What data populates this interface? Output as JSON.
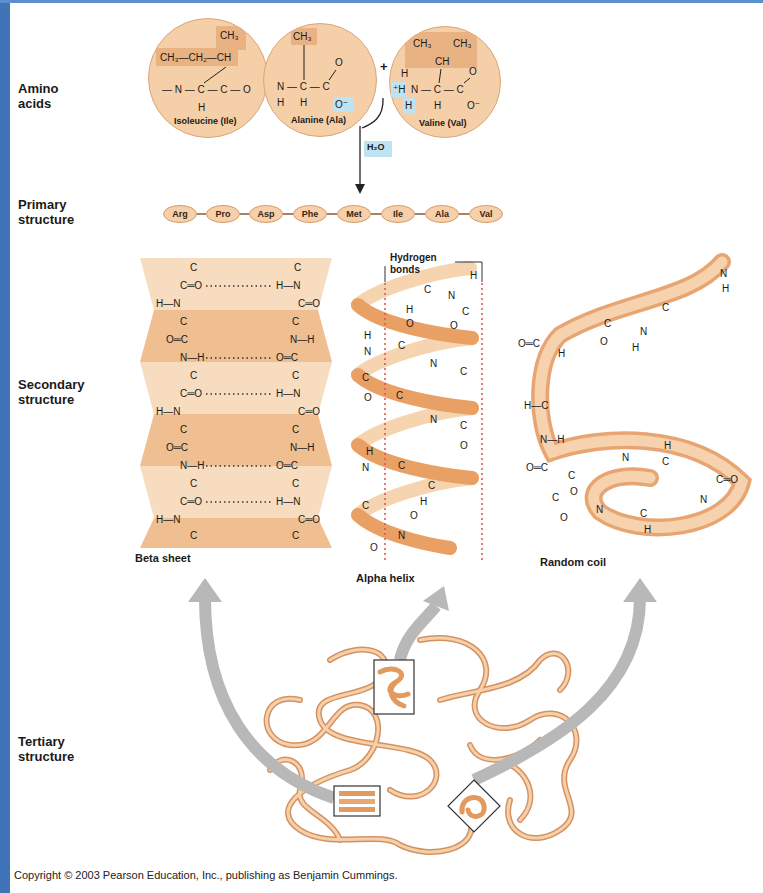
{
  "diagram": {
    "caption": "Copyright © 2003 Pearson Education, Inc., publishing as Benjamin Cummings.",
    "nodes": [
      {
        "text": [
          "CH₃",
          "CH₃—CH₂—CH",
          "— N — C — C — O",
          "H",
          "Isoleucine (Ile)"
        ]
      },
      {
        "text": [
          "CH₃",
          "O",
          "N — C — C",
          "H",
          "H",
          "O⁻",
          "Alanine (Ala)"
        ]
      },
      {
        "text": [
          "CH₃",
          "CH₃",
          "CH",
          "H",
          "O",
          "⁺H",
          "N — C — C",
          "H",
          "H",
          "O⁻",
          "Valine (Val)"
        ]
      },
      {
        "text": [
          "Arg"
        ]
      },
      {
        "text": [
          "Pro"
        ]
      },
      {
        "text": [
          "Asp"
        ]
      },
      {
        "text": [
          "Phe"
        ]
      },
      {
        "text": [
          "Met"
        ]
      },
      {
        "text": [
          "Ile"
        ]
      },
      {
        "text": [
          "Ala"
        ]
      },
      {
        "text": [
          "Val"
        ]
      }
    ],
    "edges": [
      {
        "from": 3,
        "to": 4,
        "arrow": "none"
      },
      {
        "from": 4,
        "to": 5,
        "arrow": "none"
      },
      {
        "from": 5,
        "to": 6,
        "arrow": "none"
      },
      {
        "from": 6,
        "to": 7,
        "arrow": "none"
      },
      {
        "from": 7,
        "to": 8,
        "arrow": "none"
      },
      {
        "from": 8,
        "to": 9,
        "arrow": "none"
      },
      {
        "from": 9,
        "to": 10,
        "arrow": "none"
      }
    ],
    "labels": [
      "Amino acids",
      "+",
      "H₂O",
      "Primary structure",
      "Secondary structure",
      "Hydrogen bonds",
      "Beta sheet",
      "Alpha helix",
      "Random coil",
      "Tertiary structure",
      "C",
      "C",
      "C═O",
      "H—N",
      "H—N",
      "C═O",
      "C",
      "C",
      "O═C",
      "N—H",
      "N—H",
      "O═C",
      "C",
      "C",
      "C═O",
      "H—N",
      "H—N",
      "C═O",
      "C",
      "C",
      "O═C",
      "N—H",
      "N—H",
      "O═C",
      "C",
      "C",
      "C═O",
      "H—N",
      "H—N",
      "C═O",
      "C",
      "C",
      "H",
      "C",
      "N",
      "C",
      "H",
      "O",
      "O",
      "H",
      "N",
      "C",
      "N",
      "C",
      "C",
      "O",
      "C",
      "N",
      "C",
      "O",
      "H",
      "N",
      "C",
      "C",
      "H",
      "O",
      "C",
      "N",
      "O",
      "N",
      "H",
      "C",
      "C",
      "N",
      "H",
      "O",
      "O═C",
      "H",
      "H—C",
      "N—H",
      "O═C",
      "C",
      "O",
      "H",
      "N",
      "C",
      "C═O",
      "N",
      "C",
      "H",
      "C",
      "O",
      "N"
    ]
  }
}
